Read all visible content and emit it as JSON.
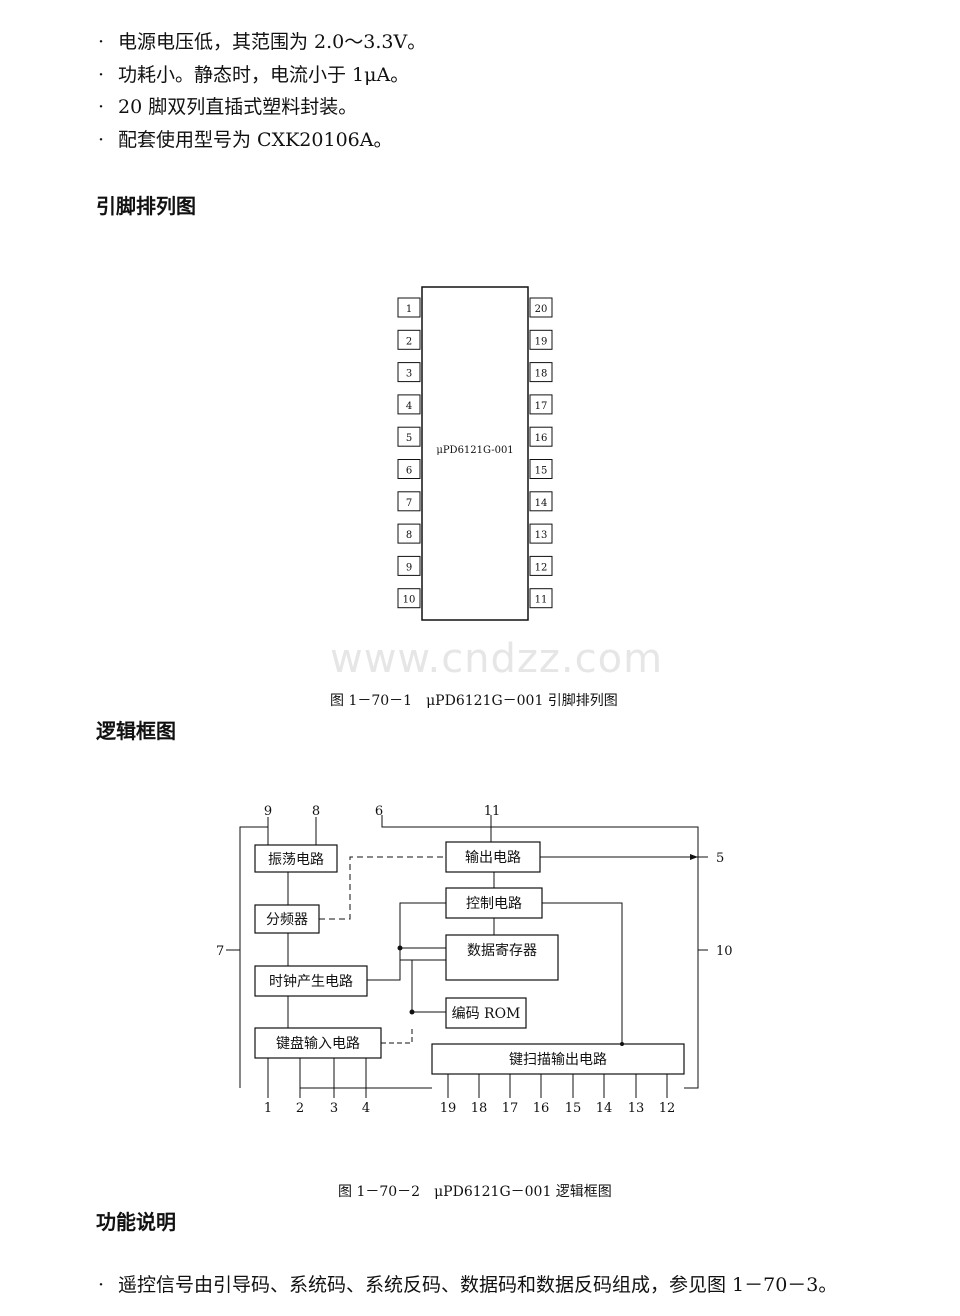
{
  "features": [
    "电源电压低，其范围为 2.0～3.3V。",
    "功耗小。静态时，电流小于 1μA。",
    "20 脚双列直插式塑料封装。",
    "配套使用型号为 CXK20106A。"
  ],
  "bullet_glyph": "·",
  "headings": {
    "pinout": "引脚排列图",
    "logic": "逻辑框图",
    "function": "功能说明"
  },
  "pinout": {
    "chip_label": "μPD6121G-001",
    "left_pins": [
      "1",
      "2",
      "3",
      "4",
      "5",
      "6",
      "7",
      "8",
      "9",
      "10"
    ],
    "right_pins": [
      "20",
      "19",
      "18",
      "17",
      "16",
      "15",
      "14",
      "13",
      "12",
      "11"
    ],
    "caption": "图 1－70－1　μPD6121G－001 引脚排列图"
  },
  "watermark": "www.cndzz.com",
  "logic": {
    "blocks": {
      "oscillator": "振荡电路",
      "divider": "分频器",
      "clock_gen": "时钟产生电路",
      "key_input": "键盘输入电路",
      "output": "输出电路",
      "control": "控制电路",
      "data_register": "数据寄存器",
      "encode_rom": "编码 ROM",
      "key_scan_output": "键扫描输出电路"
    },
    "pin_labels": {
      "p9": "9",
      "p8": "8",
      "p6": "6",
      "p11": "11",
      "p5": "5",
      "p7": "7",
      "p10": "10",
      "bottom_left": [
        "1",
        "2",
        "3",
        "4"
      ],
      "bottom_right": [
        "19",
        "18",
        "17",
        "16",
        "15",
        "14",
        "13",
        "12"
      ]
    },
    "caption": "图 1－70－2　μPD6121G－001 逻辑框图"
  },
  "function_text": "遥控信号由引导码、系统码、系统反码、数据码和数据反码组成，参见图 1－70－3。"
}
